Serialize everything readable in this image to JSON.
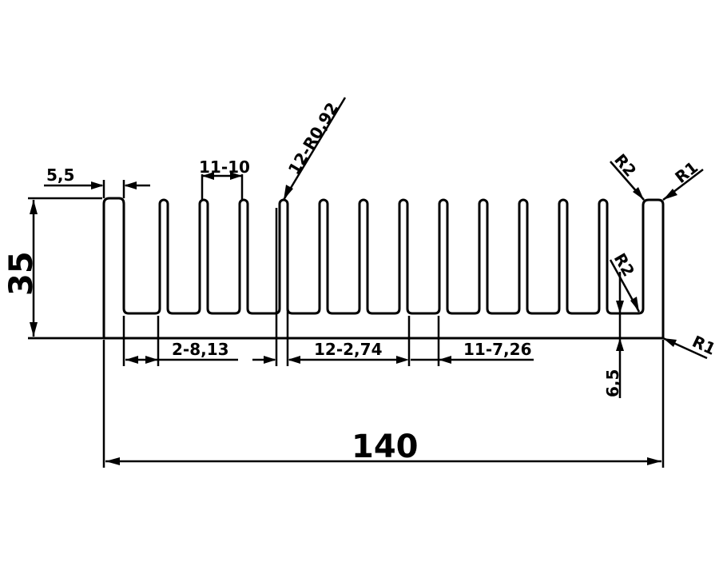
{
  "drawing": {
    "title": "Heatsink profile",
    "labels": {
      "wall_thickness": "5,5",
      "fin_pitch": "11-10",
      "fin_tip_radius": "12-R0,92",
      "height": "35",
      "edge_gap": "2-8,13",
      "fin_width": "12-2,74",
      "gap_width": "11-7,26",
      "base_thickness": "6,5",
      "total_width": "140",
      "r_top_inner": "R2",
      "r_top_outer": "R1",
      "r_root": "R2",
      "r_bottom": "R1"
    },
    "fin_count": 12
  }
}
